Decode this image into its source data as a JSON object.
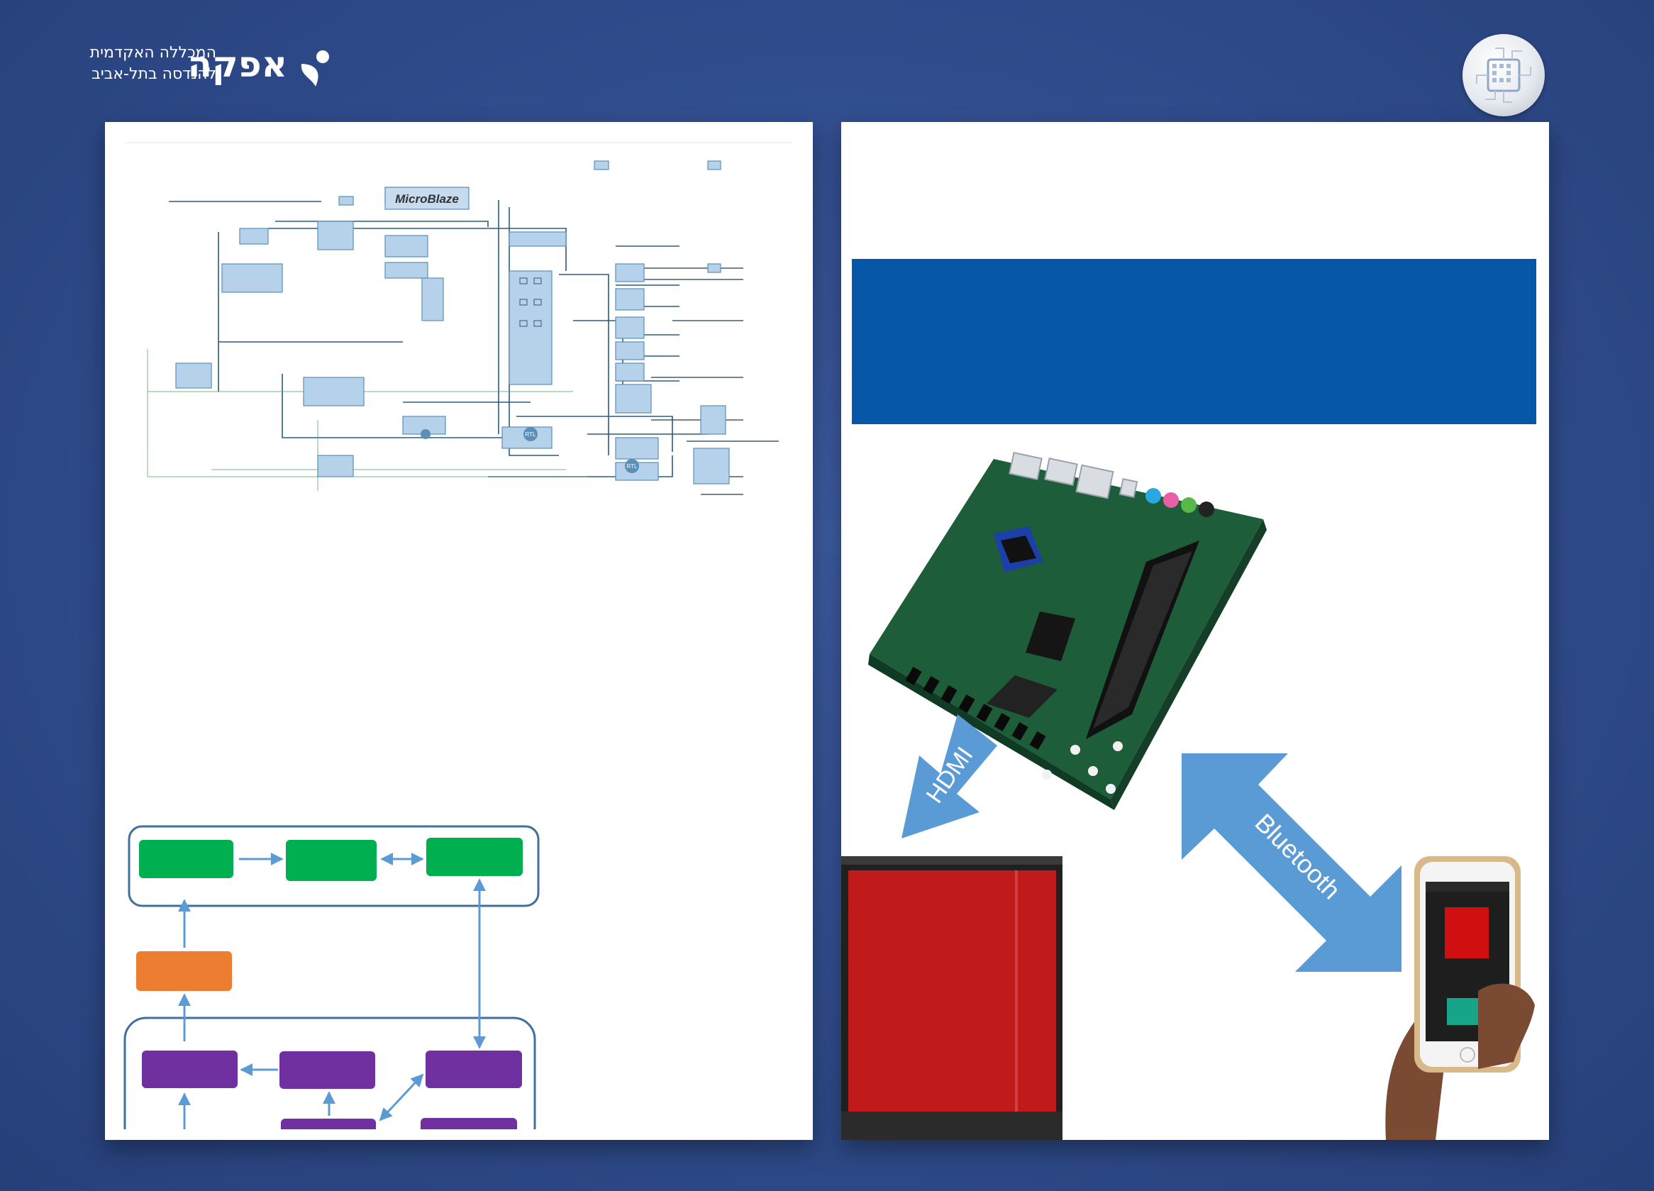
{
  "header": {
    "logo_main": "אפקה",
    "logo_line1": "המכללה האקדמית",
    "logo_line2": "להנדסה בתל-אביב"
  },
  "block_design": {
    "brand_label": "MicroBlaze",
    "rtl_label": "RTL"
  },
  "right_panel": {
    "hdmi_label": "HDMI",
    "bluetooth_label": "Bluetooth"
  },
  "colors": {
    "background": "#2f4b8a",
    "banner": "#0657a8",
    "green_block": "#00b050",
    "orange_block": "#ed7d31",
    "purple_block": "#7030a0",
    "arrow": "#5b9bd5",
    "arrow_big": "#5b9bd5",
    "tv_screen": "#c00000"
  }
}
